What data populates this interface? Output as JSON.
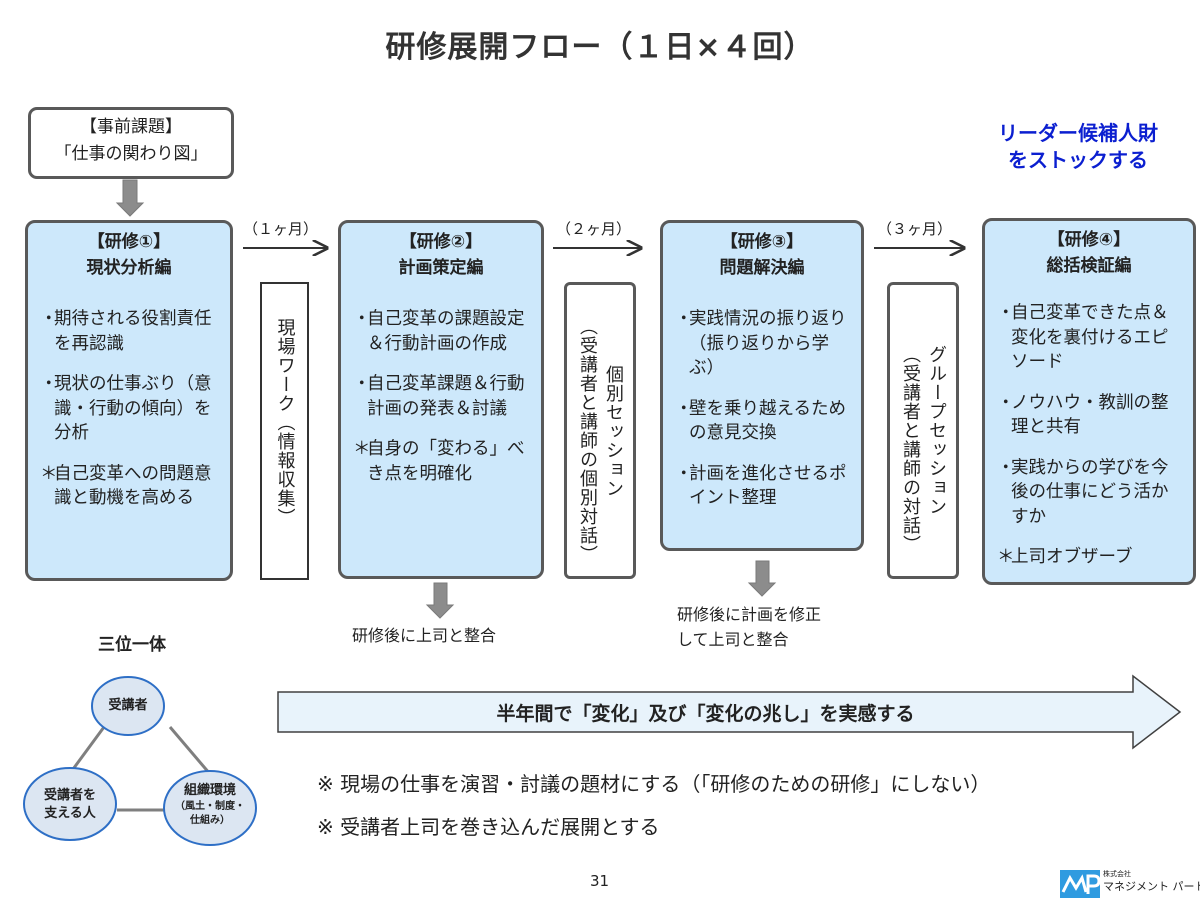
{
  "title": "研修展開フロー（１日×４回）",
  "pre_task": {
    "line1": "【事前課題】",
    "line2": "「仕事の関わり図」"
  },
  "goal": {
    "line1": "リーダー候補人財",
    "line2": "をストックする",
    "color": "#0b1fd0"
  },
  "stages": [
    {
      "label": "【研修①】",
      "name": "現状分析編",
      "items": [
        {
          "marker": "・",
          "text": "期待される役割責任を再認識"
        },
        {
          "marker": "・",
          "text": "現状の仕事ぶり（意識・行動の傾向）を分析"
        },
        {
          "marker": "＊",
          "text": "自己変革への問題意識と動機を高める"
        }
      ]
    },
    {
      "label": "【研修②】",
      "name": "計画策定編",
      "items": [
        {
          "marker": "・",
          "text": "自己変革の課題設定＆行動計画の作成"
        },
        {
          "marker": "・",
          "text": "自己変革課題＆行動計画の発表＆討議"
        },
        {
          "marker": "＊",
          "text": "自身の「変わる」べき点を明確化"
        }
      ]
    },
    {
      "label": "【研修③】",
      "name": "問題解決編",
      "items": [
        {
          "marker": "・",
          "text": "実践情況の振り返り（振り返りから学ぶ）"
        },
        {
          "marker": "・",
          "text": "壁を乗り越えるための意見交換"
        },
        {
          "marker": "・",
          "text": "計画を進化させるポイント整理"
        }
      ]
    },
    {
      "label": "【研修④】",
      "name": "総括検証編",
      "items": [
        {
          "marker": "・",
          "text": "自己変革できた点＆変化を裏付けるエピソード"
        },
        {
          "marker": "・",
          "text": "ノウハウ・教訓の整理と共有"
        },
        {
          "marker": "・",
          "text": "実践からの学びを今後の仕事にどう活かすか"
        },
        {
          "marker": "＊",
          "text": "上司オブザーブ"
        }
      ]
    }
  ],
  "intervals": [
    {
      "period": "（１ヶ月）",
      "activity": "現場ワーク（情報収集）"
    },
    {
      "period": "（２ヶ月）",
      "activity_main": "個別セッション",
      "activity_sub": "（受講者と講師の個別対話）"
    },
    {
      "period": "（３ヶ月）",
      "activity_main": "グループセッション",
      "activity_sub": "（受講者と講師の対話）"
    }
  ],
  "after_notes": {
    "stage2": "研修後に上司と整合",
    "stage3_line1": "研修後に計画を修正",
    "stage3_line2": "して上司と整合"
  },
  "trinity": {
    "title": "三位一体",
    "nodes": {
      "top": "受講者",
      "left_line1": "受講者を",
      "left_line2": "支える人",
      "right_line1": "組織環境",
      "right_sub1": "（風土・制度・",
      "right_sub2": "仕組み）"
    }
  },
  "banner": "半年間で「変化」及び「変化の兆し」を実感する",
  "notes": [
    "※ 現場の仕事を演習・討議の題材にする（「研修のための研修」にしない）",
    "※ 受講者上司を巻き込んだ展開とする"
  ],
  "page_number": "31",
  "logo": {
    "mark": "MP",
    "company_type": "株式会社",
    "company_name": "マネジメント パートナー"
  },
  "colors": {
    "stage_fill": "#cde8fb",
    "border": "#595959",
    "arrow_gray": "#8c8c8c",
    "banner_fill": "#e8f3fb",
    "circle_fill": "#dce6f2",
    "circle_border": "#2e6fc6"
  }
}
